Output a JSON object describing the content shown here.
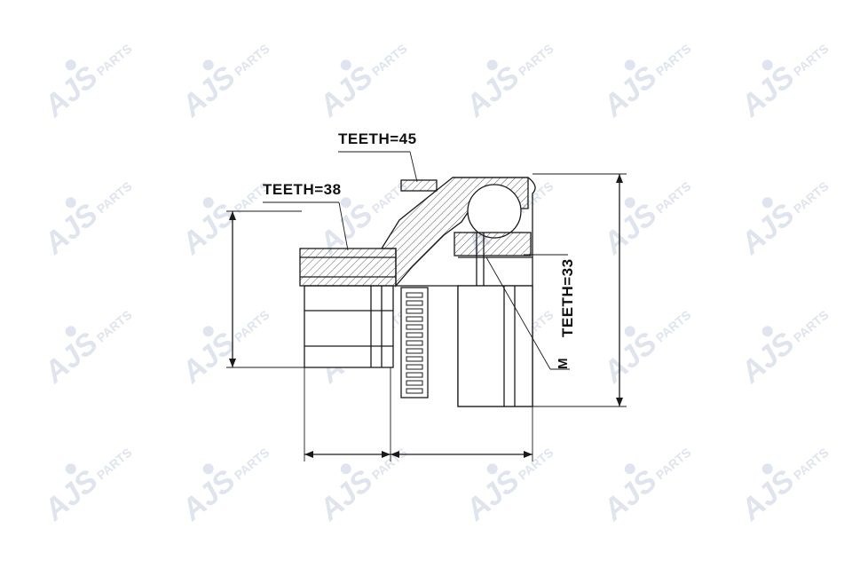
{
  "watermark": {
    "text": "AJS",
    "subtext": "PARTS",
    "color": "#dfe4ee",
    "icon": "ajs-parts-logo-icon"
  },
  "labels": {
    "teeth_38": "TEETH=38",
    "teeth_45": "TEETH=45",
    "teeth_33": "TEETH=33",
    "thread": "M"
  },
  "colors": {
    "line": "#1a1a1a",
    "hatch": "#333333"
  }
}
